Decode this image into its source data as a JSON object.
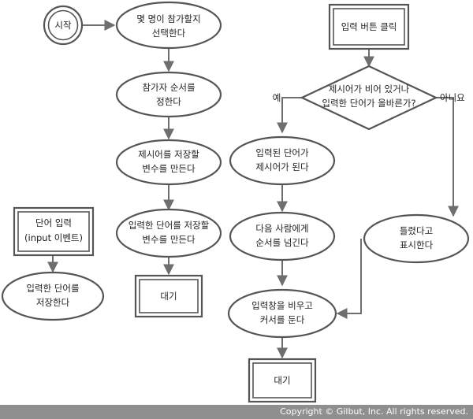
{
  "diagram": {
    "nodes": {
      "start": "시작",
      "choose_count": [
        "몇 명이 참가할지",
        "선택한다"
      ],
      "order": [
        "참가자 순서를",
        "정한다"
      ],
      "make_prompt_var": [
        "제시어를 저장할",
        "변수를 만든다"
      ],
      "make_word_var": [
        "입력한 단어를 저장할",
        "변수를 만든다"
      ],
      "wait_left": "대기",
      "word_input_event": [
        "단어 입력",
        "(input 이벤트)"
      ],
      "store_word": [
        "입력한 단어를",
        "저장한다"
      ],
      "click_event": "입력 버튼 클릭",
      "decision": [
        "제시어가 비어 있거나",
        "입력한 단어가 올바른가?"
      ],
      "becomes_prompt": [
        "입력된 단어가",
        "제시어가 된다"
      ],
      "pass_turn": [
        "다음 사람에게",
        "순서를 넘긴다"
      ],
      "clear_input": [
        "입력창을 비우고",
        "커서를 둔다"
      ],
      "wait_right": "대기",
      "show_wrong": [
        "틀렸다고",
        "표시한다"
      ]
    },
    "edges": {
      "yes": "예",
      "no": "아니요"
    }
  },
  "footer": {
    "copyright": "Copyright © Gilbut, Inc. All rights reserved."
  }
}
